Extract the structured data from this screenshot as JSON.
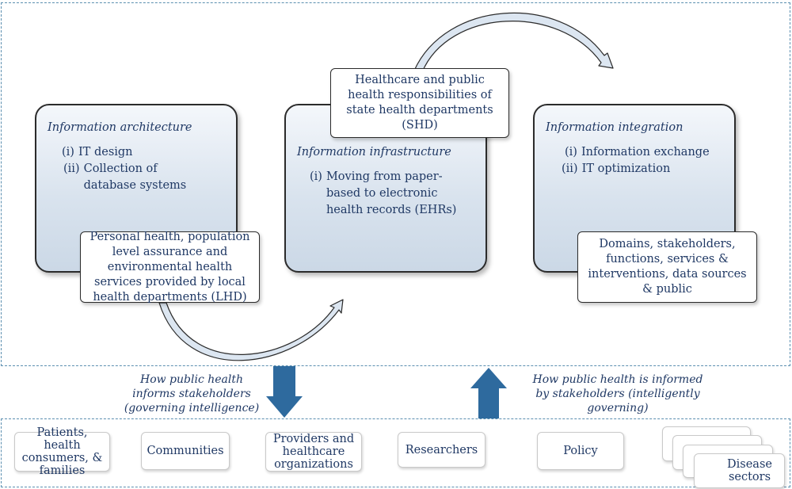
{
  "architecture": {
    "title": "Information architecture",
    "items": [
      {
        "num": "(i)",
        "text": "IT design"
      },
      {
        "num": "(ii)",
        "text": "Collection of database systems"
      }
    ],
    "note": "Personal health, population level assurance and environmental health services provided by local health departments (LHD)"
  },
  "infrastructure": {
    "title": "Information infrastructure",
    "items": [
      {
        "num": "(i)",
        "text": "Moving from paper-based to electronic health records (EHRs)"
      }
    ],
    "note": "Healthcare and public health responsibilities of state health departments (SHD)"
  },
  "integration": {
    "title": "Information integration",
    "items": [
      {
        "num": "(i)",
        "text": "Information exchange"
      },
      {
        "num": "(ii)",
        "text": "IT optimization"
      }
    ],
    "note": "Domains, stakeholders, functions, services & interventions, data sources & public"
  },
  "flows": {
    "informs": "How public health informs stakeholders (governing intelligence)",
    "informed": "How public health is informed by stakeholders (intelligently governing)"
  },
  "stakeholders": {
    "patients": "Patients, health consumers, & families",
    "communities": "Communities",
    "providers": "Providers and healthcare organizations",
    "researchers": "Researchers",
    "policy": "Policy",
    "disease": "Disease sectors"
  },
  "colors": {
    "text": "#1f3864",
    "frame": "#5b8fb0",
    "arrow": "#2e6a9e",
    "curve_fill": "#dce6f1"
  }
}
